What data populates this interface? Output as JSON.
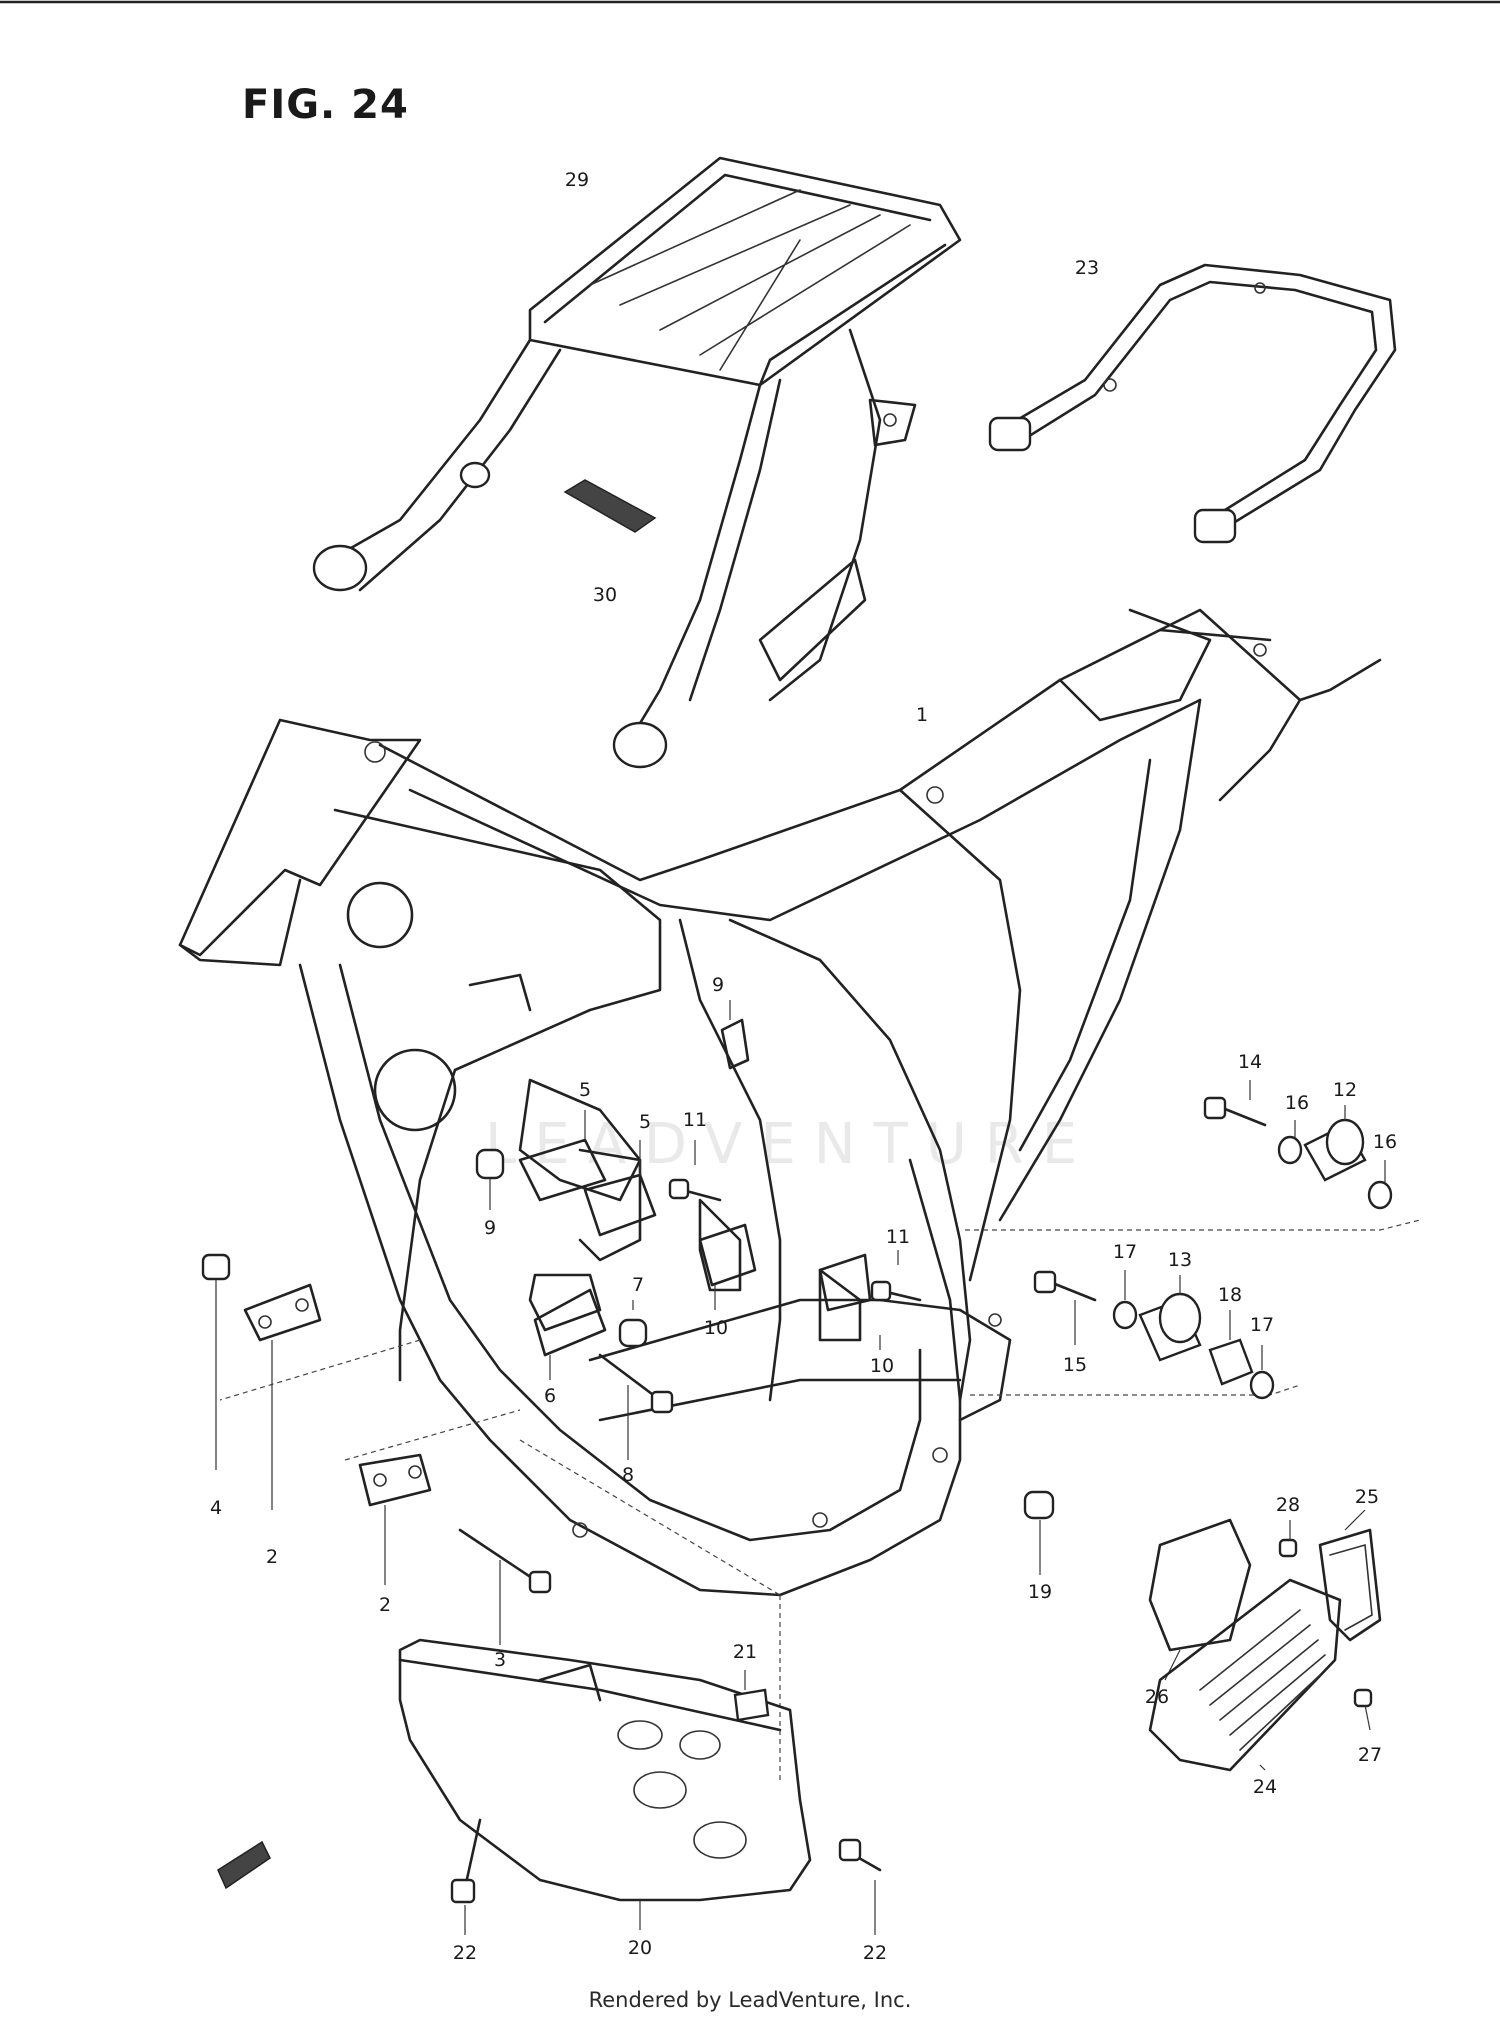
{
  "figure": {
    "title": "FIG. 24"
  },
  "watermark": {
    "text": "LEADVENTURE"
  },
  "footer": {
    "text": "Rendered by LeadVenture, Inc."
  },
  "callouts": [
    {
      "id": "1",
      "label": "1"
    },
    {
      "id": "2a",
      "label": "2"
    },
    {
      "id": "2b",
      "label": "2"
    },
    {
      "id": "3",
      "label": "3"
    },
    {
      "id": "4",
      "label": "4"
    },
    {
      "id": "5a",
      "label": "5"
    },
    {
      "id": "5b",
      "label": "5"
    },
    {
      "id": "6",
      "label": "6"
    },
    {
      "id": "7",
      "label": "7"
    },
    {
      "id": "8",
      "label": "8"
    },
    {
      "id": "9a",
      "label": "9"
    },
    {
      "id": "9b",
      "label": "9"
    },
    {
      "id": "10a",
      "label": "10"
    },
    {
      "id": "10b",
      "label": "10"
    },
    {
      "id": "11a",
      "label": "11"
    },
    {
      "id": "11b",
      "label": "11"
    },
    {
      "id": "12",
      "label": "12"
    },
    {
      "id": "13",
      "label": "13"
    },
    {
      "id": "14",
      "label": "14"
    },
    {
      "id": "15",
      "label": "15"
    },
    {
      "id": "16a",
      "label": "16"
    },
    {
      "id": "16b",
      "label": "16"
    },
    {
      "id": "17a",
      "label": "17"
    },
    {
      "id": "17b",
      "label": "17"
    },
    {
      "id": "18",
      "label": "18"
    },
    {
      "id": "19",
      "label": "19"
    },
    {
      "id": "20",
      "label": "20"
    },
    {
      "id": "21",
      "label": "21"
    },
    {
      "id": "22a",
      "label": "22"
    },
    {
      "id": "22b",
      "label": "22"
    },
    {
      "id": "23",
      "label": "23"
    },
    {
      "id": "24",
      "label": "24"
    },
    {
      "id": "25",
      "label": "25"
    },
    {
      "id": "26",
      "label": "26"
    },
    {
      "id": "27",
      "label": "27"
    },
    {
      "id": "28",
      "label": "28"
    },
    {
      "id": "29",
      "label": "29"
    },
    {
      "id": "30",
      "label": "30"
    }
  ]
}
